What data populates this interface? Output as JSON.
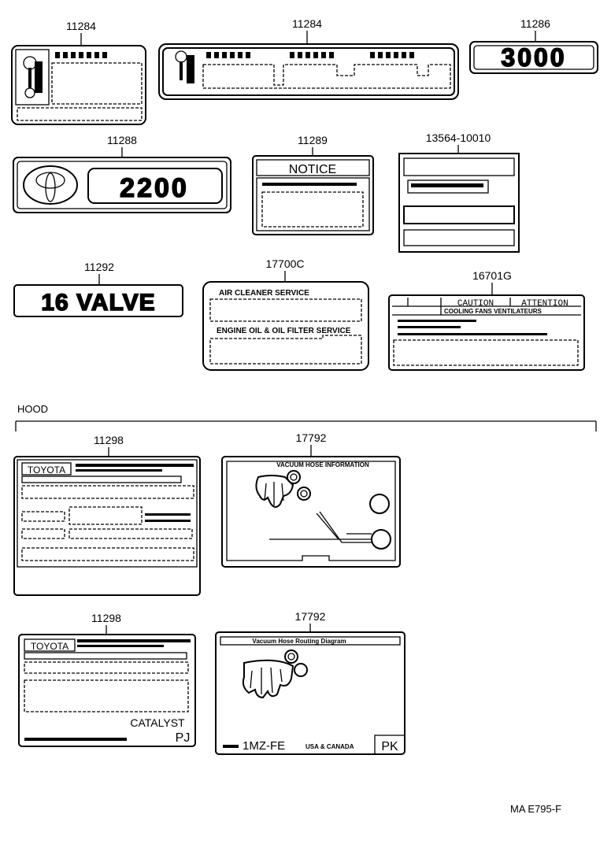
{
  "parts": {
    "p1": "11284",
    "p2": "11284",
    "p3": "11286",
    "p4": "11288",
    "p5": "11289",
    "p6": "13564-10010",
    "p7": "11292",
    "p8": "17700C",
    "p9": "16701G",
    "p10": "11298",
    "p11": "17792",
    "p12": "11298",
    "p13": "17792"
  },
  "labels": {
    "emblem_3000": "3000",
    "emblem_2200": "2200",
    "emblem_16valve": "16 VALVE",
    "notice": "NOTICE",
    "air_cleaner_service": "AIR CLEANER SERVICE",
    "engine_oil_filter": "ENGINE OIL & OIL FILTER SERVICE",
    "caution": "CAUTION",
    "attention": "ATTENTION",
    "cooling_fans": "COOLING FANS VENTILATEURS",
    "toyota_1": "TOYOTA",
    "toyota_2": "TOYOTA",
    "vacuum_hose": "VACUUM HOSE INFORMATION",
    "vacuum_hose_routing": "Vacuum Hose Routing Diagram",
    "catalyst": "CATALYST",
    "pj": "PJ",
    "pk": "PK",
    "engine_code": "1MZ-FE",
    "usa_canada": "USA & CANADA"
  },
  "section": {
    "hood": "HOOD"
  },
  "footer": {
    "code": "MA  E795-F"
  }
}
